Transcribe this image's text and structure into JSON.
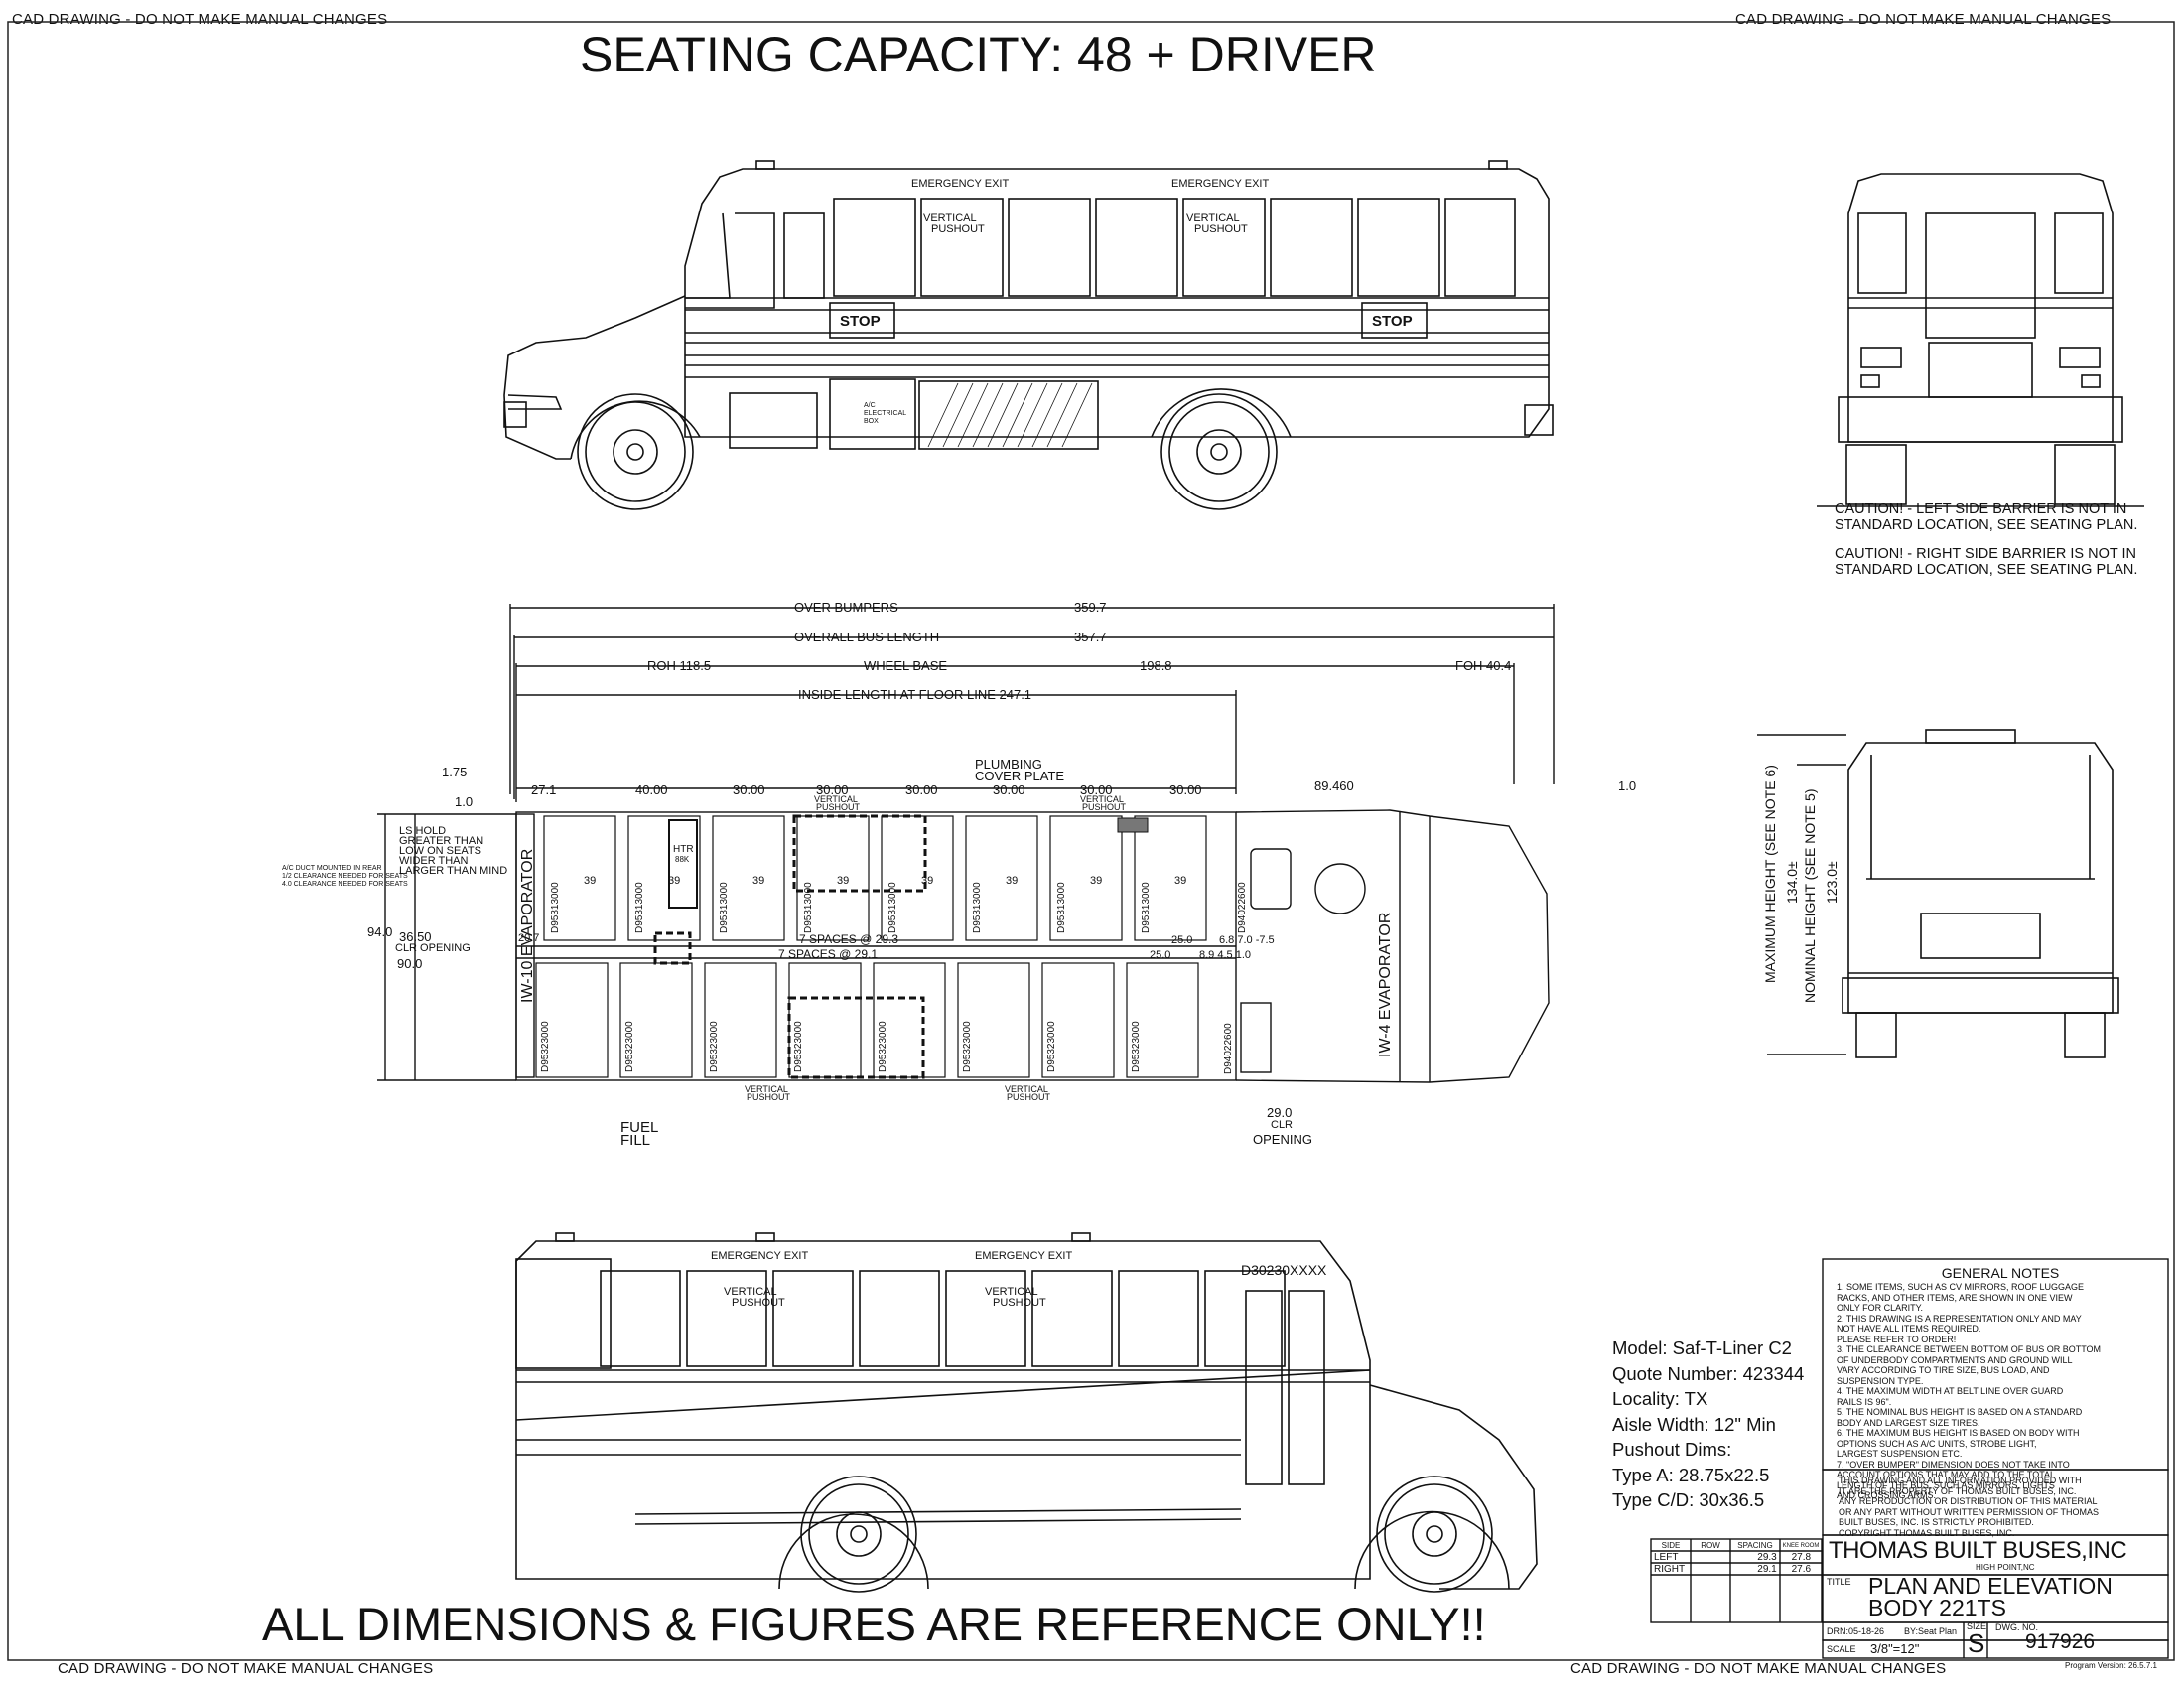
{
  "banners": {
    "top_left": "CAD DRAWING - DO NOT MAKE MANUAL CHANGES",
    "top_right": "CAD DRAWING - DO NOT MAKE MANUAL CHANGES",
    "bottom_left": "CAD DRAWING - DO NOT MAKE MANUAL CHANGES",
    "bottom_right": "CAD DRAWING - DO NOT MAKE MANUAL CHANGES"
  },
  "seating_capacity": "SEATING CAPACITY: 48 + DRIVER",
  "reference_note": "ALL DIMENSIONS & FIGURES ARE REFERENCE ONLY!!",
  "side_view_top": {
    "emergency_exit_1": "EMERGENCY EXIT",
    "emergency_exit_2": "EMERGENCY EXIT",
    "pushout_1": [
      "VERTICAL",
      "PUSHOUT"
    ],
    "pushout_2": [
      "VERTICAL",
      "PUSHOUT"
    ],
    "stop_1": "STOP",
    "stop_2": "STOP",
    "ac_box": [
      "A/C",
      "ELECTRICAL",
      "BOX"
    ]
  },
  "side_view_bottom": {
    "emergency_exit_1": "EMERGENCY EXIT",
    "emergency_exit_2": "EMERGENCY EXIT",
    "pushout_1": [
      "VERTICAL",
      "PUSHOUT"
    ],
    "pushout_2": [
      "VERTICAL",
      "PUSHOUT"
    ],
    "body_code": "D30230XXXX"
  },
  "cautions": {
    "left": [
      "CAUTION! - LEFT SIDE BARRIER IS NOT IN",
      "STANDARD LOCATION, SEE SEATING PLAN."
    ],
    "right": [
      "CAUTION! - RIGHT SIDE BARRIER IS NOT IN",
      "STANDARD LOCATION, SEE SEATING PLAN."
    ]
  },
  "front_view": {
    "max_height_label": "MAXIMUM HEIGHT (SEE NOTE 6)",
    "max_height_value": "134.0±",
    "nominal_height_label": "NOMINAL HEIGHT (SEE NOTE 5)",
    "nominal_height_value": "123.0±"
  },
  "plan_dims": {
    "over_bumpers": "OVER BUMPERS",
    "over_bumpers_val": "359.7",
    "overall_length": "OVERALL BUS LENGTH",
    "overall_length_val": "357.7",
    "roh": "ROH   118.5",
    "wheel_base": "WHEEL BASE",
    "wheel_base_val": "198.8",
    "foh": "FOH   40.4",
    "inside_length": "INSIDE LENGTH AT FLOOR LINE   247.1",
    "d_175": "1.75",
    "d_271": "27.1",
    "d_4000": "40.00",
    "d_3000": [
      "30.00",
      "30.00",
      "30.00",
      "30.00",
      "30.00",
      "30.00"
    ],
    "d_89": "89.460",
    "d_10a": "1.0",
    "d_10b": "1.0",
    "plumbing": [
      "PLUMBING",
      "COVER PLATE"
    ],
    "pushout_top_1": [
      "VERTICAL",
      "PUSHOUT"
    ],
    "pushout_top_2": [
      "VERTICAL",
      "PUSHOUT"
    ],
    "pushout_bot_1": [
      "VERTICAL",
      "PUSHOUT"
    ],
    "pushout_bot_2": [
      "VERTICAL",
      "PUSHOUT"
    ],
    "left_notes": [
      "LS HOLD",
      "GREATER THAN",
      "LOW ON SEATS",
      "WIDER THAN",
      "LARGER THAN MIND"
    ],
    "ac_duct_notes": [
      "A/C DUCT MOUNTED IN REAR",
      "1/2 CLEARANCE NEEDED FOR SEATS",
      "4.0 CLEARANCE NEEDED FOR SEATS"
    ],
    "d_940": "94.0",
    "d_9000": "90.0",
    "d_3650": "36.50",
    "clr_opening": "CLR OPENING",
    "d_207": "20.7",
    "evap_rear": "IW-10 EVAPORATOR",
    "evap_front": "IW-4 EVAPORATOR",
    "spaces_top": "7 SPACES @ 29.3",
    "spaces_bot": "7 SPACES @ 29.1",
    "d_250a": "25.0",
    "d_250b": "25.0",
    "small_top": "6.8 7.0  -7.5",
    "small_bot": "8.9 4.5    1.0",
    "htr": [
      "HTR",
      "88K"
    ],
    "seat_value": "39",
    "seat_codes_top": [
      "D95313000",
      "D95313000",
      "D95313000",
      "D95313000",
      "D95313000",
      "D95313000",
      "D95313000",
      "D95313000"
    ],
    "seat_codes_bot": [
      "D95323000",
      "D95323000",
      "D95323000",
      "D95323000",
      "D95323000",
      "D95323000",
      "D95323000",
      "D95323000"
    ],
    "driver_code": "D94022600",
    "front_bottom_code": "D94022600",
    "fuel_fill": [
      "FUEL",
      "FILL"
    ],
    "door_clr": "29.0",
    "door_clr2": "CLR",
    "door_opening": "OPENING"
  },
  "bus_info": {
    "model": "Model: Saf-T-Liner C2",
    "quote": "Quote Number: 423344",
    "locality": "Locality: TX",
    "aisle": "Aisle Width: 12\" Min",
    "pushout_dims": "Pushout Dims:",
    "type_a": "Type A: 28.75x22.5",
    "type_cd": "Type C/D: 30x36.5"
  },
  "general_notes": {
    "heading": "GENERAL NOTES",
    "lines": [
      "1. SOME ITEMS, SUCH AS CV MIRRORS, ROOF LUGGAGE",
      "   RACKS, AND OTHER ITEMS, ARE SHOWN IN ONE VIEW",
      "   ONLY FOR CLARITY.",
      "2. THIS DRAWING IS A REPRESENTATION ONLY AND MAY",
      "   NOT HAVE ALL ITEMS REQUIRED.",
      "   PLEASE REFER TO ORDER!",
      "3. THE CLEARANCE BETWEEN BOTTOM OF BUS OR BOTTOM",
      "   OF UNDERBODY COMPARTMENTS AND GROUND WILL",
      "   VARY ACCORDING TO TIRE SIZE, BUS LOAD, AND",
      "   SUSPENSION TYPE.",
      "4. THE MAXIMUM WIDTH AT BELT LINE OVER GUARD",
      "   RAILS IS 96\".",
      "5. THE NOMINAL BUS HEIGHT IS BASED ON A STANDARD",
      "   BODY AND LARGEST SIZE TIRES.",
      "6. THE MAXIMUM BUS HEIGHT IS BASED ON BODY WITH",
      "   OPTIONS SUCH AS A/C UNITS, STROBE LIGHT,",
      "   LARGEST SUSPENSION ETC.",
      "7. \"OVER BUMPER\" DIMENSION DOES NOT TAKE INTO",
      "   ACCOUNT OPTIONS THAT MAY ADD TO THE TOTAL",
      "   LENGTH OF THE BUS, SUCH AS MIRRORS, LIGHTS",
      "   AND CROSSING ARMS."
    ],
    "property": [
      "THIS DRAWING AND ALL INFORMATION PROVIDED WITH",
      "IT ARE THE PROPERTY OF THOMAS BUILT BUSES, INC.",
      "ANY REPRODUCTION OR DISTRIBUTION OF THIS MATERIAL",
      "OR ANY PART WITHOUT WRITTEN PERMISSION OF THOMAS",
      "BUILT BUSES, INC. IS STRICTLY PROHIBITED.",
      "COPYRIGHT THOMAS BUILT BUSES, INC."
    ]
  },
  "spacing_table": {
    "headers": [
      "SIDE",
      "ROW",
      "SPACING",
      "KNEE ROOM"
    ],
    "rows": [
      [
        "LEFT",
        "",
        "29.3",
        "27.8"
      ],
      [
        "RIGHT",
        "",
        "29.1",
        "27.6"
      ]
    ]
  },
  "title_block": {
    "company": "THOMAS BUILT BUSES,INC",
    "city": "HIGH POINT,NC",
    "title_label": "TITLE",
    "title_line1": "PLAN AND ELEVATION",
    "title_line2": "BODY 221TS",
    "drn": "DRN:05-18-26",
    "by": "BY:Seat Plan",
    "size_label": "SIZE",
    "size_value": "S",
    "dwg_label": "DWG. NO.",
    "dwg_no": "917926",
    "scale_label": "SCALE",
    "scale_value": "3/8\"=12\"",
    "program_version": "Program Version: 26.5.7.1"
  }
}
